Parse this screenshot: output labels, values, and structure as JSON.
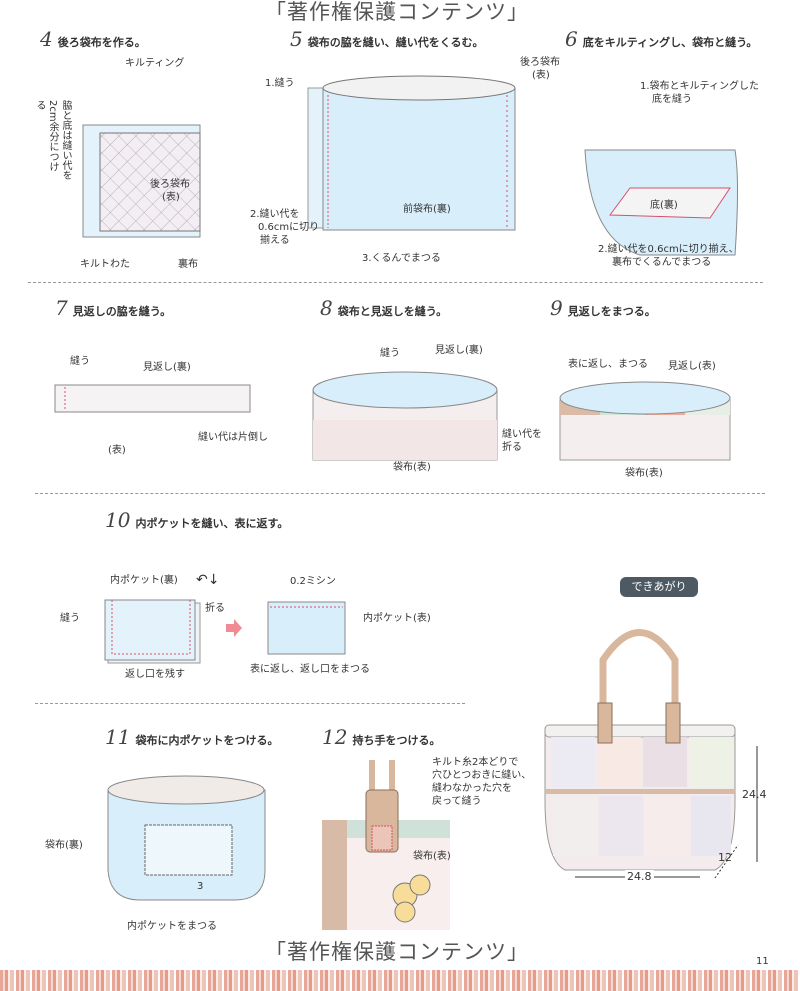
{
  "watermark": "「著作権保護コンテンツ」",
  "page_number": "11",
  "steps": [
    {
      "num": "4",
      "title": "後ろ袋布を作る。",
      "labels": [
        "キルティング",
        "後ろ袋布",
        "(表)",
        "脇と底は縫い代を2cm余分につける",
        "キルトわた",
        "裏布"
      ]
    },
    {
      "num": "5",
      "title": "袋布の脇を縫い、縫い代をくるむ。",
      "labels": [
        "1.縫う",
        "後ろ袋布",
        "(表)",
        "2.縫い代を",
        "0.6cmに切り",
        "揃える",
        "3.くるんでまつる",
        "前袋布(裏)"
      ]
    },
    {
      "num": "6",
      "title": "底をキルティングし、袋布と縫う。",
      "labels": [
        "1.袋布とキルティングした",
        "底を縫う",
        "底(裏)",
        "2.縫い代を0.6cmに切り揃え、",
        "裏布でくるんでまつる"
      ]
    },
    {
      "num": "7",
      "title": "見返しの脇を縫う。",
      "labels": [
        "縫う",
        "見返し(裏)",
        "(表)",
        "縫い代は片倒し"
      ]
    },
    {
      "num": "8",
      "title": "袋布と見返しを縫う。",
      "labels": [
        "縫う",
        "見返し(裏)",
        "縫い代を",
        "折る",
        "袋布(表)"
      ]
    },
    {
      "num": "9",
      "title": "見返しをまつる。",
      "labels": [
        "表に返し、まつる",
        "見返し(表)",
        "袋布(表)"
      ]
    },
    {
      "num": "10",
      "title": "内ポケットを縫い、表に返す。",
      "labels": [
        "内ポケット(裏)",
        "折る",
        "縫う",
        "返し口を残す",
        "0.2ミシン",
        "内ポケット(表)",
        "表に返し、返し口をまつる"
      ]
    },
    {
      "num": "11",
      "title": "袋布に内ポケットをつける。",
      "labels": [
        "袋布(裏)",
        "3",
        "内ポケットをまつる"
      ]
    },
    {
      "num": "12",
      "title": "持ち手をつける。",
      "labels": [
        "キルト糸2本どりで",
        "穴ひとつおきに縫い、",
        "縫わなかった穴を",
        "戻って縫う",
        "袋布(表)"
      ]
    }
  ],
  "finished": {
    "badge": "できあがり",
    "height": "24.4",
    "width": "24.8",
    "depth": "12"
  },
  "colors": {
    "lining": "#d8eefa",
    "stitch": "#d9506a",
    "handle": "#d8b79c",
    "badge": "#4e5a63"
  }
}
